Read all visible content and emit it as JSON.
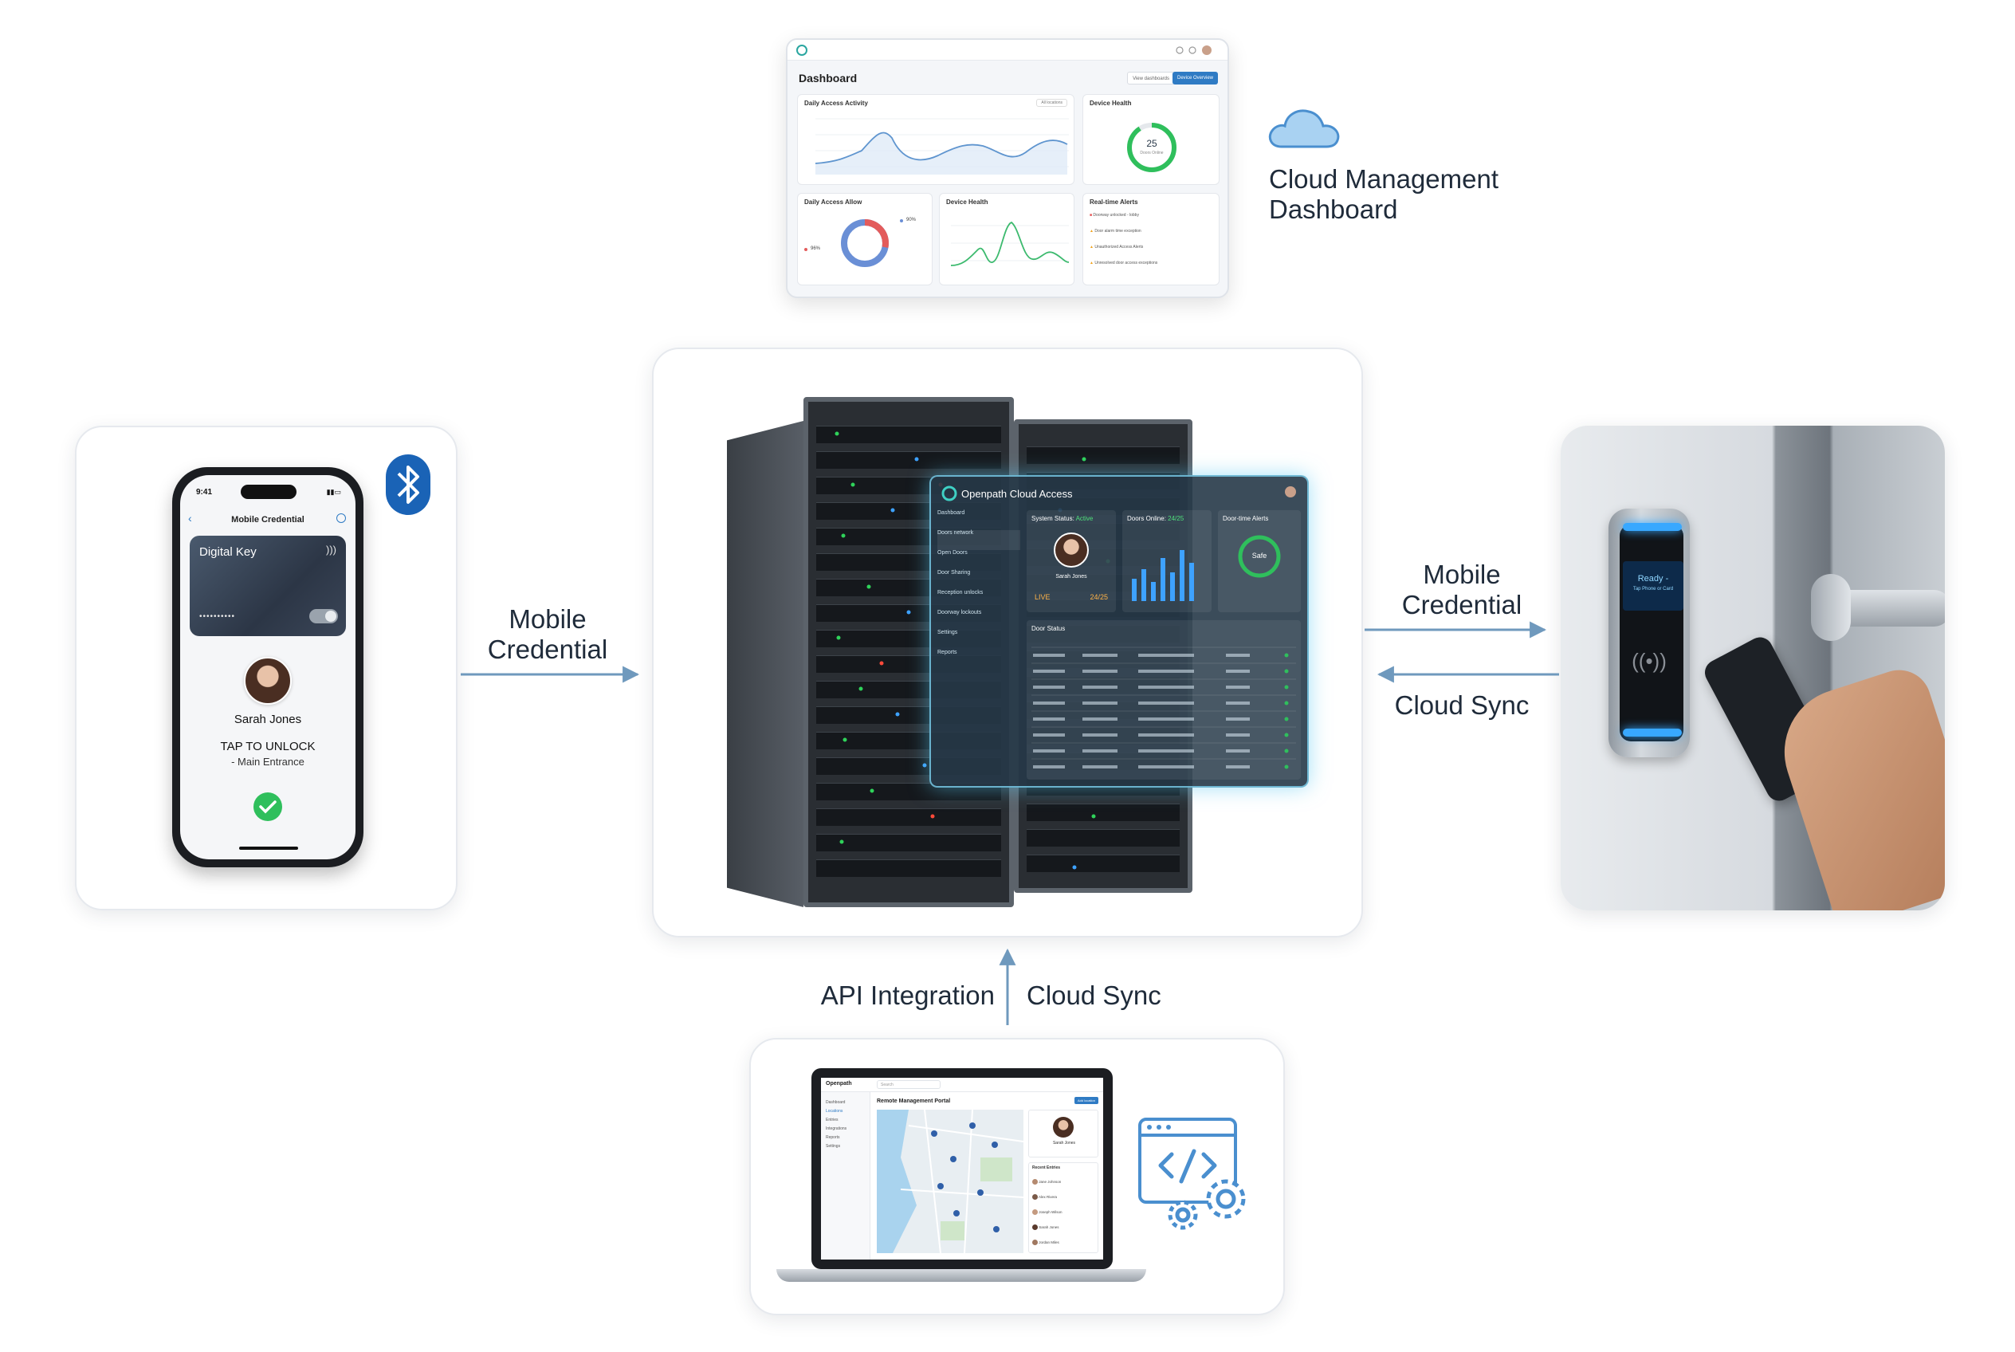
{
  "colors": {
    "arrow": "#6f99bd",
    "accent_blue": "#2f7bc4",
    "bluetooth": "#1a63b6",
    "success_green": "#2fbf5c",
    "holo_glow": "#7dd2f0"
  },
  "labels": {
    "cloud_dashboard": "Cloud Management\nDashboard",
    "phone_to_server": "Mobile\nCredential",
    "server_to_reader": "Mobile\nCredential",
    "reader_to_server": "Cloud Sync",
    "api_integration": "API Integration",
    "cloud_sync_bottom": "Cloud Sync"
  },
  "dashboard": {
    "title": "Dashboard",
    "button_secondary": "View dashboards",
    "button_primary": "Device Overview",
    "panels": {
      "daily_activity": "Daily Access Activity",
      "activity_filter": "All locations",
      "device_health_top": "Device Health",
      "device_health_value": "25",
      "device_health_sub": "Doors Online",
      "access_allow": "Daily Access Allow",
      "access_allow_left": "96%",
      "access_allow_right": "90%",
      "device_health_bottom": "Device Health",
      "alerts": "Real-time Alerts",
      "alert_items": [
        "Doorway unlocked - lobby",
        "Door alarm time exception",
        "Unauthorized Access Alerts",
        "Unresolved door access exceptions"
      ]
    }
  },
  "phone": {
    "time": "9:41",
    "header": "Mobile Credential",
    "card_label": "Digital Key",
    "card_dots": "••••••••••",
    "user_name": "Sarah Jones",
    "action": "TAP TO UNLOCK",
    "location": "- Main Entrance",
    "bluetooth_icon": "bluetooth-icon"
  },
  "server_screen": {
    "app_title": "Openpath Cloud Access",
    "menu": [
      "Dashboard",
      "Doors network",
      "Open Doors",
      "Door Sharing",
      "Reception unlocks",
      "Doorway lockouts",
      "Settings",
      "Reports"
    ],
    "system_status_label": "System Status:",
    "system_status_value": "Active",
    "doors_online_label": "Doors Online:",
    "doors_online_value": "24/25",
    "alerts_label": "Door-time Alerts",
    "alerts_ring": "Safe",
    "user_name": "Sarah Jones",
    "stat_left": "LIVE",
    "stat_right": "24/25",
    "table_title": "Door Status",
    "table_rows": 8
  },
  "reader": {
    "status": "Ready -",
    "hint": "Tap Phone or Card"
  },
  "laptop": {
    "brand": "Openpath",
    "search": "Search",
    "portal_title": "Remote Management Portal",
    "portal_button": "Add location",
    "nav": [
      "Dashboard",
      "Locations",
      "Entries",
      "Integrations",
      "Reports",
      "Settings"
    ],
    "user_name": "Sarah Jones",
    "list_title": "Recent Entries",
    "list_items": [
      "Jane Johnson",
      "Alex Rivera",
      "Joseph Wilson",
      "Sarah Jones",
      "Jordan Miles"
    ]
  }
}
